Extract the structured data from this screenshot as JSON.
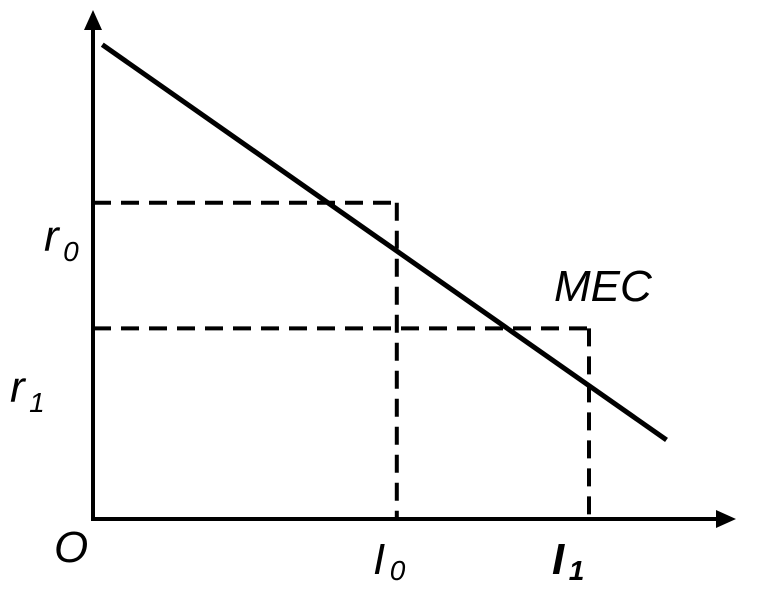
{
  "chart_data": {
    "type": "line",
    "title": "",
    "xlabel": "",
    "ylabel": "",
    "origin_label": "O",
    "xlim": [
      0,
      1
    ],
    "ylim": [
      0,
      1
    ],
    "grid": false,
    "series": [
      {
        "name": "MEC",
        "x": [
          0.015,
          0.925
        ],
        "y": [
          1.02,
          0.17
        ]
      }
    ],
    "points": [
      {
        "x": 0.49,
        "y": 0.68,
        "x_label": {
          "base": "I",
          "sub": "0"
        },
        "y_label": {
          "base": "r",
          "sub": "0"
        }
      },
      {
        "x": 0.8,
        "y": 0.41,
        "x_label": {
          "base": "I",
          "sub": "1"
        },
        "y_label": {
          "base": "r",
          "sub": "1"
        }
      }
    ],
    "annotations": [
      {
        "text": "MEC",
        "anchor": "near curve, right of I0 projection"
      }
    ]
  }
}
